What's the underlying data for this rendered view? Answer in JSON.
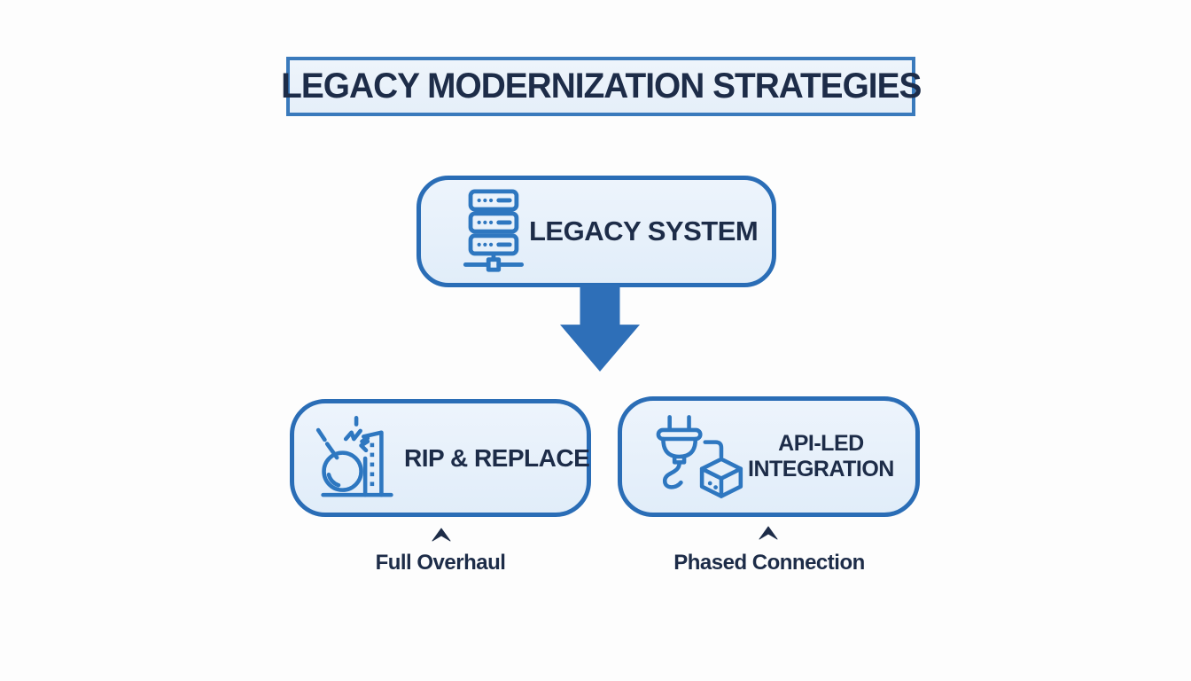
{
  "title": "LEGACY MODERNIZATION STRATEGIES",
  "colors": {
    "accent_blue": "#2e6fb8",
    "border_blue": "#2a6db6",
    "box_fill_light": "#e8f1fa",
    "text_navy": "#1d2c48",
    "background": "#fdfdfd"
  },
  "diagram": {
    "root": {
      "label": "LEGACY SYSTEM",
      "icon": "server-rack-icon"
    },
    "connector": {
      "type": "down-arrow",
      "color": "#2e6fb8"
    },
    "strategies": [
      {
        "label": "RIP & REPLACE",
        "icon": "wrecking-ball-icon",
        "caption": "Full Overhaul"
      },
      {
        "label": "API-LED INTEGRATION",
        "icon": "plug-module-icon",
        "caption": "Phased Connection"
      }
    ]
  }
}
